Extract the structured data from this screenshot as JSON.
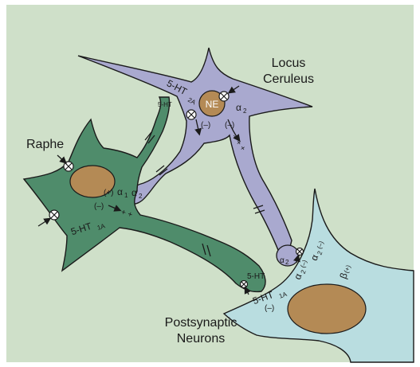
{
  "colors": {
    "background": "#cfe0c9",
    "raphe": "#4f8c6b",
    "locus_ceruleus": "#a9a9cf",
    "postsynaptic": "#b9dde0",
    "nucleus": "#b48a55",
    "outline": "#1a1a1a"
  },
  "labels": {
    "raphe": "Raphe",
    "locus_line1": "Locus",
    "locus_line2": "Ceruleus",
    "post_line1": "Postsynaptic",
    "post_line2": "Neurons",
    "ne": "NE"
  },
  "receptors": {
    "lc_5ht": "5-HT",
    "lc_5ht_sub": "2A",
    "lc_alpha": "α",
    "lc_alpha_sub": "2",
    "lc_minus_left": "(–)",
    "lc_minus_right": "(–)",
    "lc_plus": "+ + +",
    "lc_dendrite_alpha": "α",
    "lc_dendrite_alpha_sub": "2",
    "raphe_5ht_term": "5-HT",
    "raphe_plus_alpha": "(+)",
    "raphe_alpha": "α",
    "raphe_alpha_sub": "1",
    "raphe_minus": "(–)",
    "raphe_5ht": "5-HT",
    "raphe_5ht_sub": "1A",
    "raphe_plus": "+ +",
    "post_5ht_term": "5-HT",
    "post_5ht": "5-HT",
    "post_5ht_sub": "1A",
    "post_minus": "(–)",
    "post_alpha_term": "α",
    "post_alpha_term_sub": "2",
    "post_alpha": "α",
    "post_alpha_sub": "2",
    "post_alpha_minus": "(–)",
    "post_alpha2": "α",
    "post_alpha2_sub": "2",
    "post_alpha2_minus": "(–)",
    "post_beta": "β",
    "post_beta_plus": "(+)"
  }
}
